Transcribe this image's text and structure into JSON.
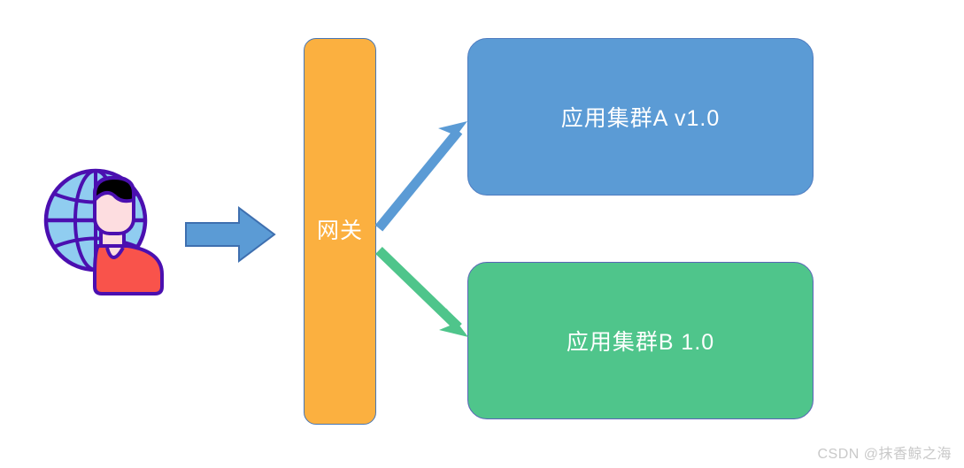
{
  "diagram": {
    "title": "blue-green deployment gateway routing diagram",
    "background_color": "#ffffff",
    "actor": {
      "icon_name": "user-globe-icon",
      "globe_fill": "#90CDF0",
      "globe_stroke": "#4B0FB0",
      "skin_color": "#FDDDE0",
      "hair_color": "#000000",
      "shirt_color": "#F9534B"
    },
    "flow_arrow": {
      "icon_name": "right-block-arrow",
      "fill": "#5B9BD5",
      "stroke": "#3E6FAF",
      "direction": "right"
    },
    "gateway": {
      "label": "网关",
      "fill": "#FBB040",
      "stroke": "#4776B4",
      "text_color": "#ffffff"
    },
    "clusters": [
      {
        "id": "cluster-a",
        "label": "应用集群A v1.0",
        "fill": "#5B9BD5",
        "stroke": "#4F7CC0",
        "text_color": "#ffffff"
      },
      {
        "id": "cluster-b",
        "label": "应用集群B 1.0",
        "fill": "#4FC58B",
        "stroke": "#5B63B8",
        "text_color": "#ffffff"
      }
    ],
    "connectors": [
      {
        "id": "gateway-to-cluster-a",
        "color": "#5B9BD5",
        "direction": "up-right"
      },
      {
        "id": "gateway-to-cluster-b",
        "color": "#4FC58B",
        "direction": "down-right"
      }
    ]
  },
  "watermark": {
    "text": "CSDN @抹香鲸之海",
    "color": "#c9c9c9"
  }
}
